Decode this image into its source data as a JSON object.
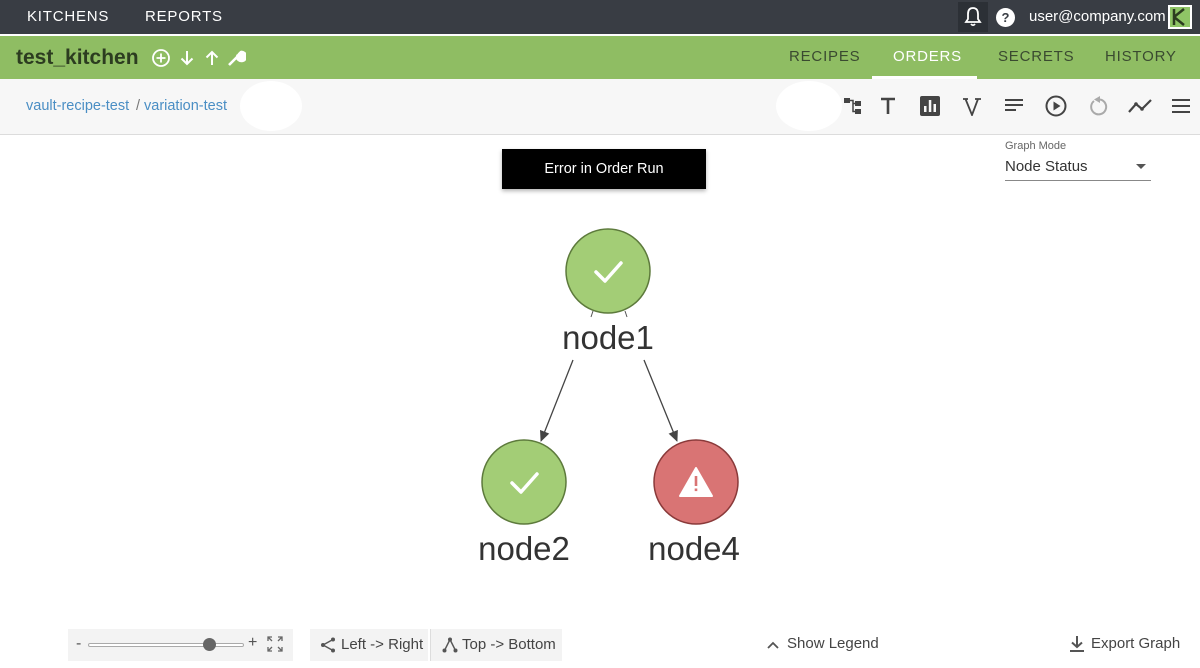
{
  "topnav": {
    "items": [
      "KITCHENS",
      "REPORTS"
    ],
    "user_email": "user@company.com",
    "help_glyph": "?"
  },
  "kitchen_bar": {
    "kitchen_name": "test_kitchen",
    "icons": [
      "add-circle-icon",
      "arrow-down-icon",
      "arrow-up-icon",
      "wrench-icon"
    ],
    "tabs": [
      {
        "label": "RECIPES",
        "active": false
      },
      {
        "label": "ORDERS",
        "active": true
      },
      {
        "label": "SECRETS",
        "active": false
      },
      {
        "label": "HISTORY",
        "active": false
      }
    ]
  },
  "breadcrumb": {
    "recipe": "vault-recipe-test",
    "separator": "/",
    "variation": "variation-test"
  },
  "toolbar": {
    "icons": [
      "graph-view-icon",
      "text-view-icon",
      "bar-chart-icon",
      "variables-icon",
      "log-lines-icon",
      "play-circle-icon",
      "undo-icon",
      "timeline-icon",
      "menu-icon"
    ]
  },
  "graph_mode": {
    "label": "Graph Mode",
    "value": "Node Status"
  },
  "snackbar": {
    "message": "Error in Order Run"
  },
  "graph": {
    "nodes": [
      {
        "id": "node1",
        "label": "node1",
        "status": "success"
      },
      {
        "id": "node2",
        "label": "node2",
        "status": "success"
      },
      {
        "id": "node4",
        "label": "node4",
        "status": "error"
      }
    ],
    "edges": [
      {
        "from": "node1",
        "to": "node2"
      },
      {
        "from": "node1",
        "to": "node4"
      }
    ],
    "colors": {
      "success": "#a3cd76",
      "success_stroke": "#5d7a3c",
      "error": "#d97474",
      "error_stroke": "#8a3a3a",
      "edge": "#444444"
    }
  },
  "controls": {
    "zoom_minus": "-",
    "zoom_plus": "+",
    "zoom_level": 0.78,
    "layout_left_right": "Left -> Right",
    "layout_top_bottom": "Top -> Bottom",
    "show_legend": "Show Legend",
    "export_graph": "Export Graph"
  },
  "colors": {
    "topbar": "#393d44",
    "kitchen_bar": "#8fbd63",
    "link": "#4a8ec4"
  }
}
